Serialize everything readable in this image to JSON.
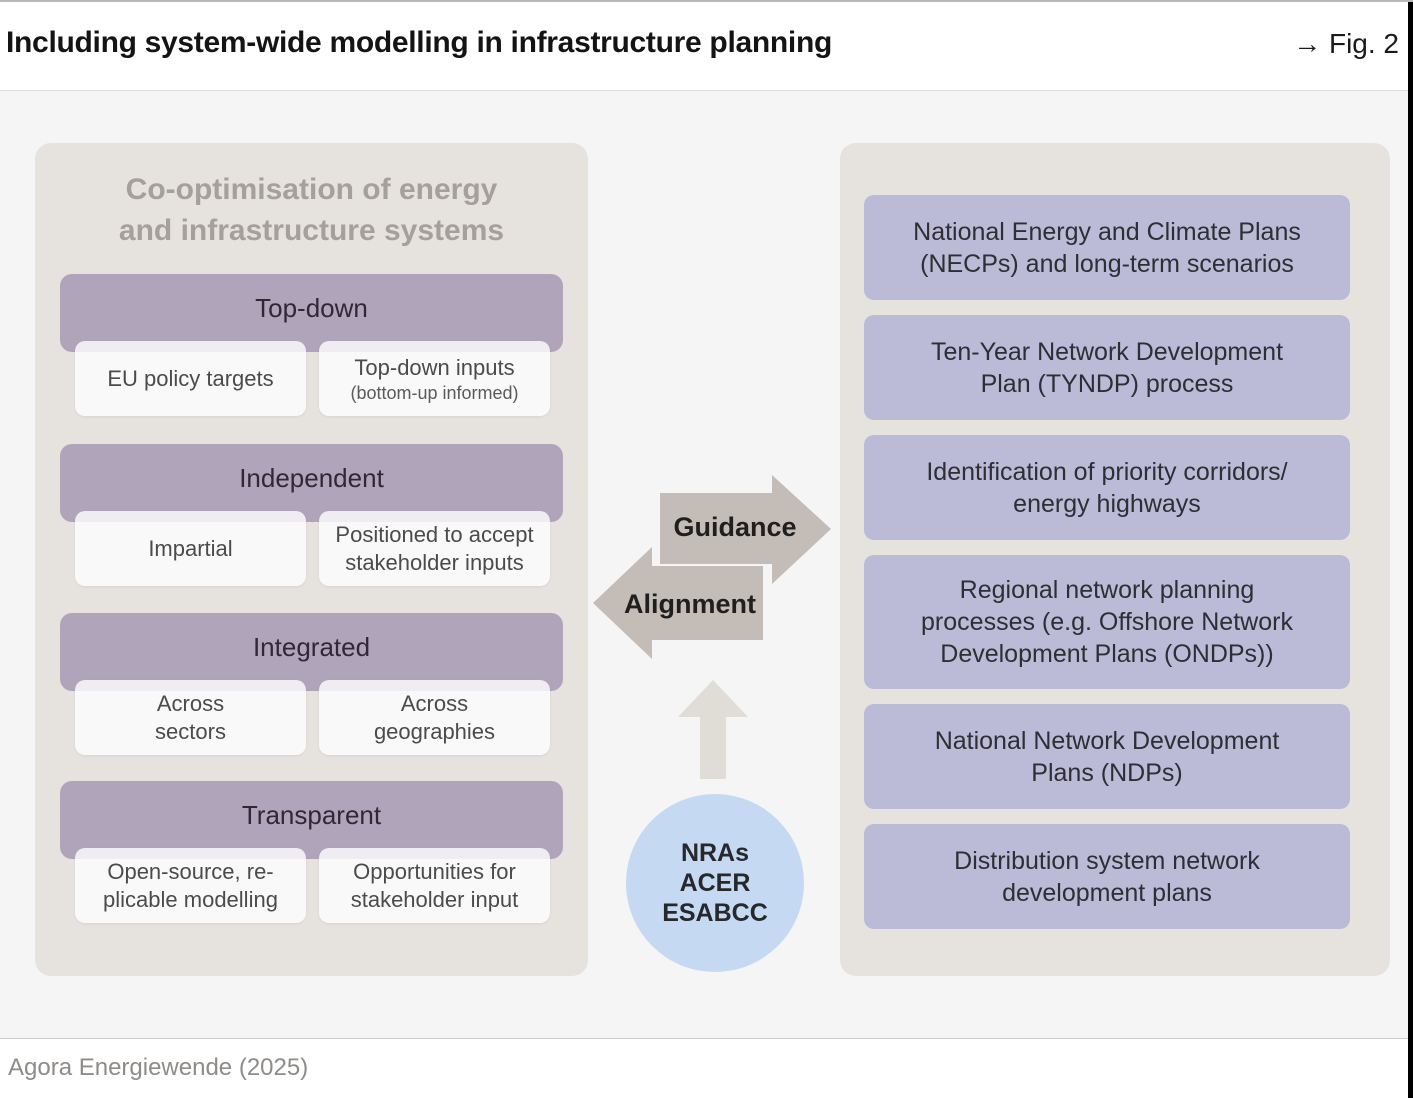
{
  "header": {
    "title": "Including system-wide modelling in infrastructure planning",
    "fig_label": "→ Fig. 2"
  },
  "left_panel": {
    "heading": "Co-optimisation of energy\nand infrastructure systems",
    "groups": [
      {
        "title": "Top-down",
        "items": [
          {
            "label": "EU policy targets"
          },
          {
            "label": "Top-down inputs",
            "sublabel": "(bottom-up informed)"
          }
        ]
      },
      {
        "title": "Independent",
        "items": [
          {
            "label": "Impartial"
          },
          {
            "label": "Positioned to accept\nstakeholder inputs"
          }
        ]
      },
      {
        "title": "Integrated",
        "items": [
          {
            "label": "Across\nsectors"
          },
          {
            "label": "Across\ngeographies"
          }
        ]
      },
      {
        "title": "Transparent",
        "items": [
          {
            "label": "Open-source, re-\nplicable modelling"
          },
          {
            "label": "Opportunities for\nstakeholder input"
          }
        ]
      }
    ]
  },
  "middle": {
    "guidance_label": "Guidance",
    "alignment_label": "Alignment",
    "circle_label": "NRAs\nACER\nESABCC"
  },
  "right_panel": {
    "boxes": [
      "National Energy and Climate Plans\n(NECPs) and long-term scenarios",
      "Ten-Year Network Development\nPlan (TYNDP) process",
      "Identification of priority corridors/\nenergy highways",
      "Regional network planning\nprocesses (e.g. Offshore Network\nDevelopment Plans (ONDPs))",
      "National Network Development\nPlans (NDPs)",
      "Distribution system network\ndevelopment plans"
    ]
  },
  "footer": {
    "source": "Agora Energiewende (2025)"
  },
  "colors": {
    "panel_background": "#e6e2de",
    "purple_bar": "#b0a4ba",
    "lavender_box": "#bbbbd8",
    "arrow_gray": "#c4bdb7",
    "up_arrow_gray": "#e0dcd6",
    "circle_blue": "#c6d9f2",
    "content_background": "#f5f5f6"
  }
}
